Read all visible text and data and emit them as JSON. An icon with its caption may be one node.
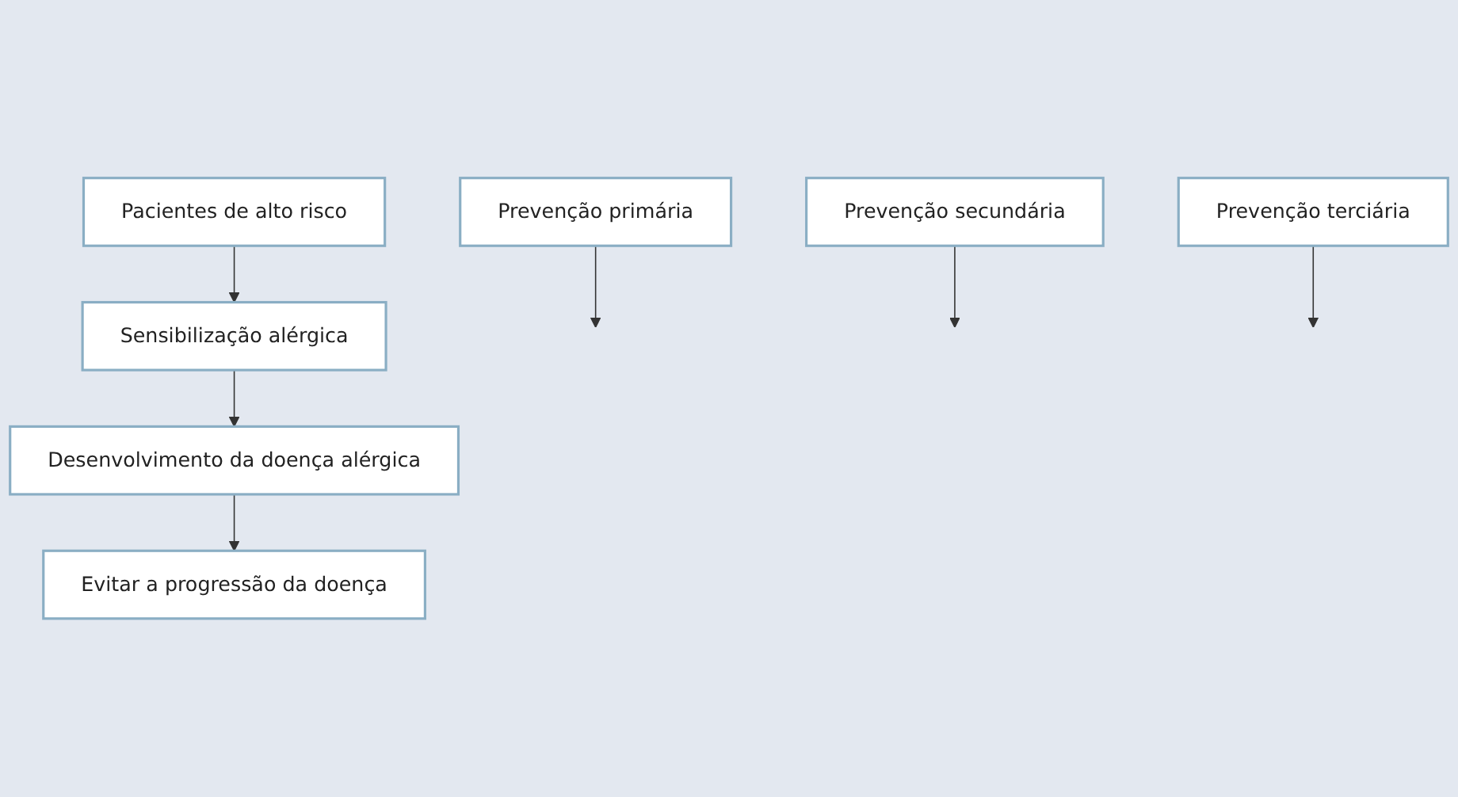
{
  "diagram": {
    "nodes": [
      {
        "text": [
          "Pacientes de alto risco"
        ]
      },
      {
        "text": [
          "Prevenção primária"
        ]
      },
      {
        "text": [
          "Sensibilização alérgica"
        ]
      },
      {
        "text": [
          "Prevenção secundária"
        ]
      },
      {
        "text": [
          "Desenvolvimento da doença alérgica"
        ]
      },
      {
        "text": [
          "Prevenção terciária"
        ]
      },
      {
        "text": [
          "Evitar a progressão da doença"
        ]
      }
    ],
    "edges": [
      {
        "from": 0,
        "to": 2,
        "arrow": "to"
      },
      {
        "from": 1,
        "to": null,
        "arrow": "to"
      },
      {
        "from": 2,
        "to": 4,
        "arrow": "to"
      },
      {
        "from": 3,
        "to": null,
        "arrow": "to"
      },
      {
        "from": 4,
        "to": 6,
        "arrow": "to"
      },
      {
        "from": 5,
        "to": null,
        "arrow": "to"
      }
    ]
  }
}
